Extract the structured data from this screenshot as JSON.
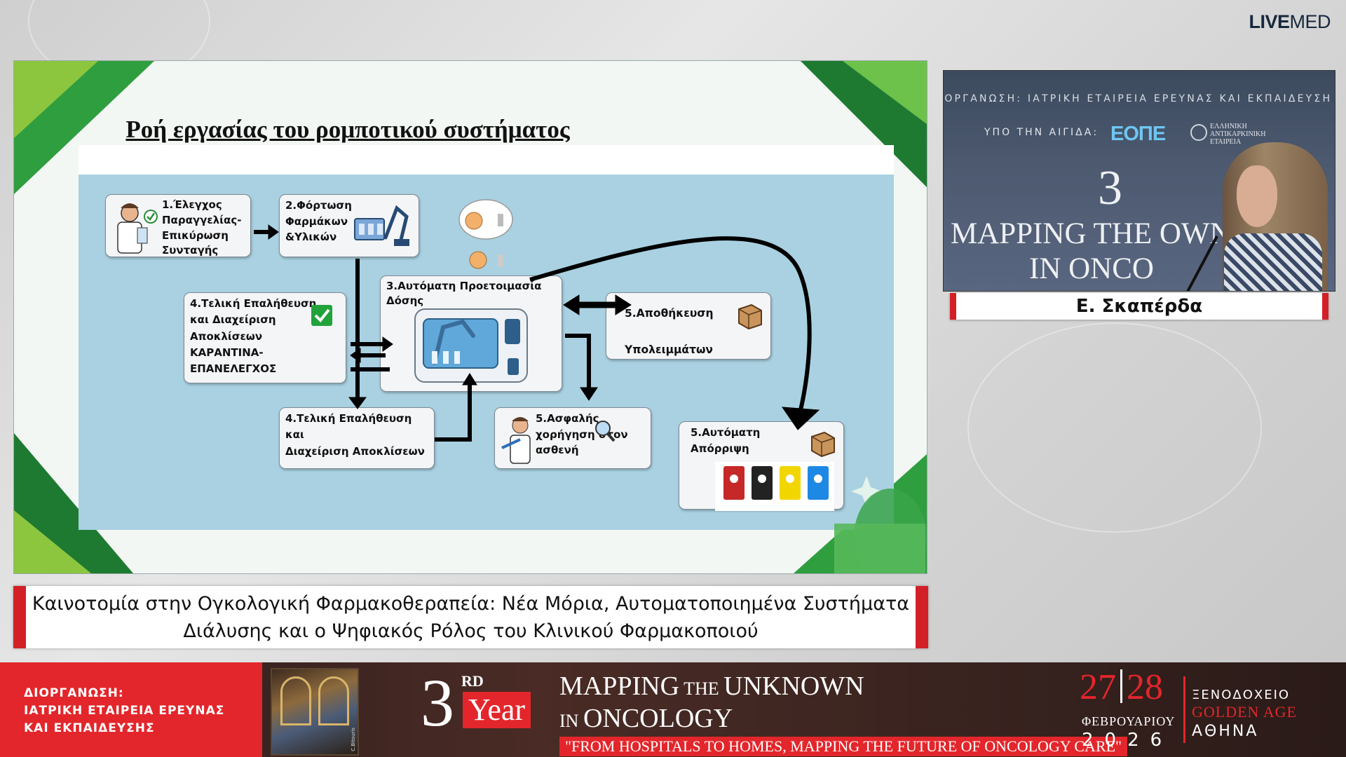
{
  "brand": {
    "logo_bold": "LIVE",
    "logo_light": "MED"
  },
  "slide": {
    "title": "Ροή εργασίας του ρομποτικού συστήματος",
    "steps": {
      "s1": "1.Έλεγχος\nΠαραγγελίας-\nΕπικύρωση\nΣυνταγής",
      "s2": "2.Φόρτωση\nΦαρμάκων\n&Υλικών",
      "s3": "3.Αυτόματη Προετοιμασία\nΔόσης",
      "s4a": "4.Τελική Επαλήθευση\nκαι Διαχείριση\nΑποκλίσεων\nΚΑΡΑΝΤΙΝΑ-\nΕΠΑΝΕΛΕΓΧΟΣ",
      "s4b": "4.Τελική Επαλήθευση\nκαι\n Διαχείριση Αποκλίσεων",
      "s5store_a": "5.Αποθήκευση",
      "s5store_b": "Υπολειμμάτων",
      "s5admin": "5.Ασφαλής\nχορήγηση στον\nασθενή",
      "s5disposal": "5.Αυτόματη\nΑπόρριψη"
    }
  },
  "caption": {
    "text": "Καινοτομία στην Ογκολογική Φαρμακοθεραπεία: Νέα Μόρια, Αυτοματοποιημένα Συστήματα\nΔιάλυσης και ο Ψηφιακός Ρόλος του Κλινικού Φαρμακοποιού"
  },
  "video": {
    "row1": "ΙΟΡΓΑΝΩΣΗ: ΙΑΤΡΙΚΗ ΕΤΑΙΡΕΙΑ ΕΡΕΥΝΑΣ ΚΑΙ ΕΚΠΑΙΔΕΥΣΗ",
    "row2": "ΥΠΟ ΤΗΝ ΑΙΓΙΔΑ:",
    "ep_logo": "ΕΟΠΕ",
    "ek_logo": "ΕΛΛΗΝΙΚΗ\nΑΝΤΙΚΑΡΚΙΝΙΚΗ\nΕΤΑΙΡΕΙΑ",
    "big3": "3",
    "mapping": "MAPPING THE   OWN",
    "inonc": "IN ONCO"
  },
  "speaker": {
    "name": "Ε. Σκαπέρδα"
  },
  "banner": {
    "org": "ΔΙΟΡΓΑΝΩΣΗ:\nΙΑΤΡΙΚΗ ΕΤΑΙΡΕΙΑ ΕΡΕΥΝΑΣ\nΚΑΙ ΕΚΠΑΙΔΕΥΣΗΣ",
    "painting_sig": "C.Bitouris",
    "num": "3",
    "rd": "RD",
    "year": "Year",
    "mapping_big": "MAPPING",
    "mapping_the": " THE ",
    "mapping_unknown": "UNKNOWN",
    "in": "IN ",
    "oncology": "ONCOLOGY",
    "tagline": "\"FROM HOSPITALS TO HOMES, MAPPING THE FUTURE OF ONCOLOGY CARE\"",
    "day1": "27",
    "day2": "28",
    "month": "ΦΕΒΡΟΥΑΡΙΟΥ",
    "year_num": "2026",
    "hotel": "ΞΕΝΟΔΟΧΕΙΟ",
    "golden": "GOLDEN AGE",
    "city": "ΑΘΗΝΑ"
  },
  "colors": {
    "accent_red": "#d32027",
    "slide_green": "#2f9e3f",
    "panel_blue": "#a9d1e1"
  },
  "icons": [
    "doctor-icon",
    "check-icon",
    "robot-arm-icon",
    "people-icon",
    "machine-icon",
    "box-icon",
    "nurse-icon",
    "bins-icon",
    "sparkle-icon"
  ]
}
